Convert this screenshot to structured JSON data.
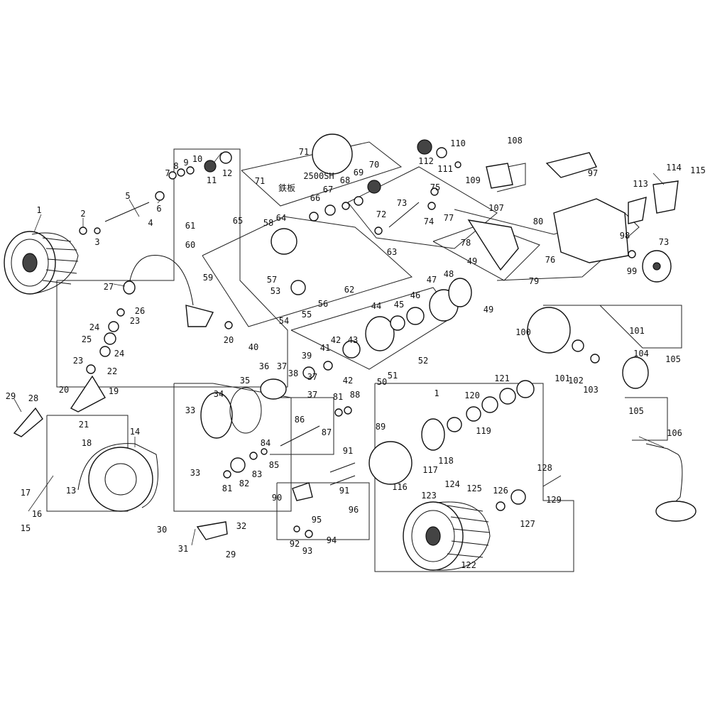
{
  "diagram": {
    "callouts": [
      "1",
      "2",
      "3",
      "4",
      "5",
      "6",
      "7",
      "8",
      "9",
      "10",
      "11",
      "12",
      "13",
      "14",
      "15",
      "16",
      "17",
      "18",
      "19",
      "20",
      "21",
      "22",
      "23",
      "24",
      "25",
      "26",
      "27",
      "28",
      "29",
      "30",
      "31",
      "32",
      "33",
      "34",
      "35",
      "36",
      "37",
      "38",
      "39",
      "40",
      "41",
      "42",
      "43",
      "44",
      "45",
      "46",
      "47",
      "48",
      "49",
      "50",
      "51",
      "52",
      "53",
      "54",
      "55",
      "56",
      "57",
      "58",
      "59",
      "60",
      "61",
      "62",
      "63",
      "64",
      "65",
      "66",
      "67",
      "68",
      "69",
      "70",
      "71",
      "72",
      "73",
      "74",
      "75",
      "76",
      "77",
      "78",
      "79",
      "80",
      "81",
      "82",
      "83",
      "84",
      "85",
      "86",
      "87",
      "88",
      "89",
      "90",
      "91",
      "92",
      "93",
      "94",
      "95",
      "96",
      "97",
      "98",
      "99",
      "100",
      "101",
      "102",
      "103",
      "104",
      "105",
      "106",
      "107",
      "108",
      "109",
      "110",
      "111",
      "112",
      "113",
      "114",
      "115",
      "116",
      "117",
      "118",
      "119",
      "120",
      "121",
      "122",
      "123",
      "124",
      "125",
      "126",
      "127",
      "128",
      "129"
    ],
    "variant_label": "2500SH",
    "japanese_note": "鉄板"
  }
}
